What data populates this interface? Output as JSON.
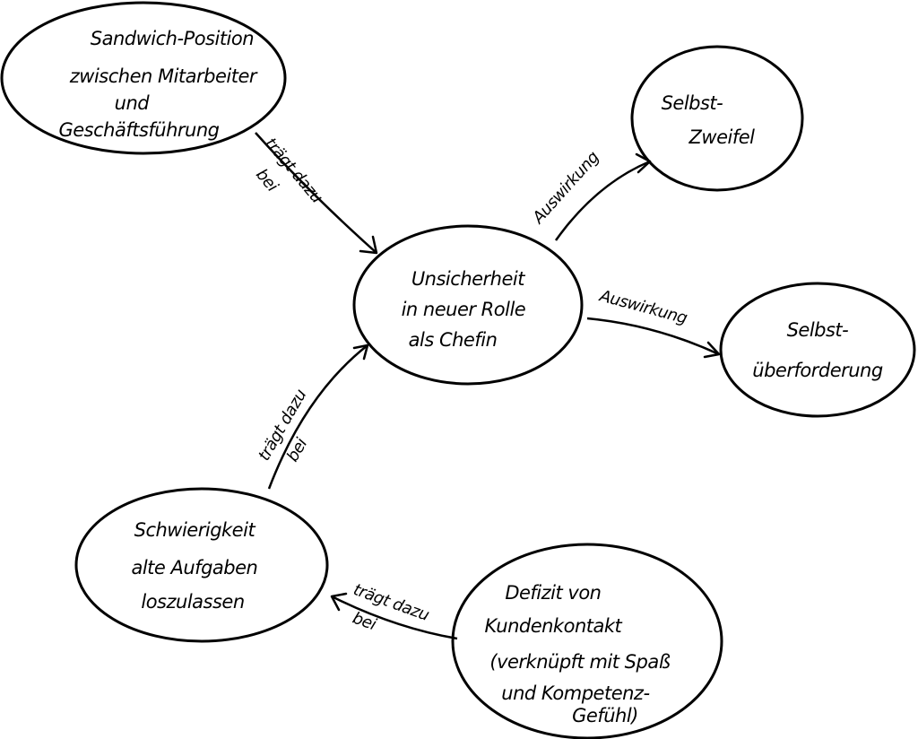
{
  "nodes": {
    "sandwich": [
      "Sandwich-Position",
      "zwischen Mitarbeiter",
      "und",
      "Geschäftsführung"
    ],
    "zweifel": [
      "Selbst-",
      "Zweifel"
    ],
    "unsicherheit": [
      "Unsicherheit",
      "in neuer Rolle",
      "als Chefin"
    ],
    "ueberforderung": [
      "Selbst-",
      "überforderung"
    ],
    "schwierigkeit": [
      "Schwierigkeit",
      "alte Aufgaben",
      "loszulassen"
    ],
    "defizit": [
      "Defizit von",
      "Kundenkontakt",
      "(verknüpft mit Spaß",
      "und Kompetenz-",
      "Gefühl)"
    ]
  },
  "edges": {
    "sandwich_to_unsicherheit": [
      "trägt dazu",
      "bei"
    ],
    "unsicherheit_to_zweifel": [
      "Auswirkung"
    ],
    "unsicherheit_to_ueberforderung": [
      "Auswirkung"
    ],
    "schwierigkeit_to_unsicherheit": [
      "trägt dazu",
      "bei"
    ],
    "defizit_to_schwierigkeit": [
      "trägt dazu",
      "bei"
    ]
  }
}
